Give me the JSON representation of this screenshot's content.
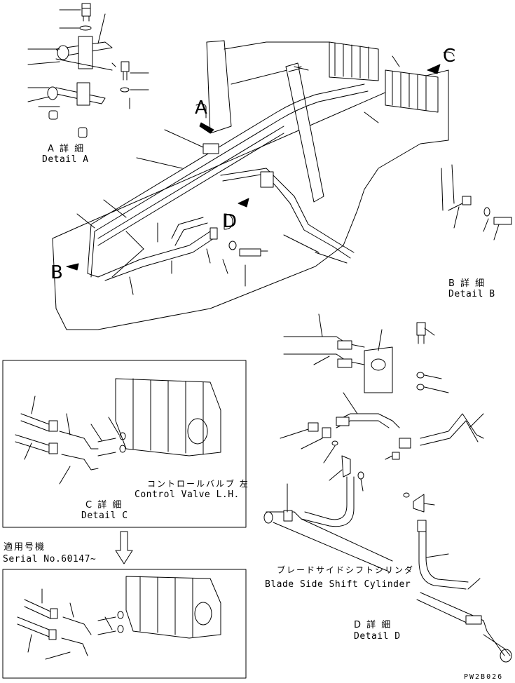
{
  "labels": {
    "detail_a_jp": "A 詳 細",
    "detail_a_en": "Detail A",
    "detail_b_jp": "B 詳 細",
    "detail_b_en": "Detail B",
    "detail_c_jp": "C 詳 細",
    "detail_c_en": "Detail C",
    "detail_d_jp": "D 詳 細",
    "detail_d_en": "Detail D",
    "control_valve_jp": "コントロールバルブ 左",
    "control_valve_en": "Control Valve L.H.",
    "serial_jp": "適用号機",
    "serial_en": "Serial No.60147~",
    "blade_cyl_jp": "ブレードサイドシフトシリンダ",
    "blade_cyl_en": "Blade Side Shift Cylinder",
    "drawing_code": "PW2B026"
  },
  "callouts": {
    "A": "A",
    "B": "B",
    "C": "C",
    "D": "D"
  }
}
